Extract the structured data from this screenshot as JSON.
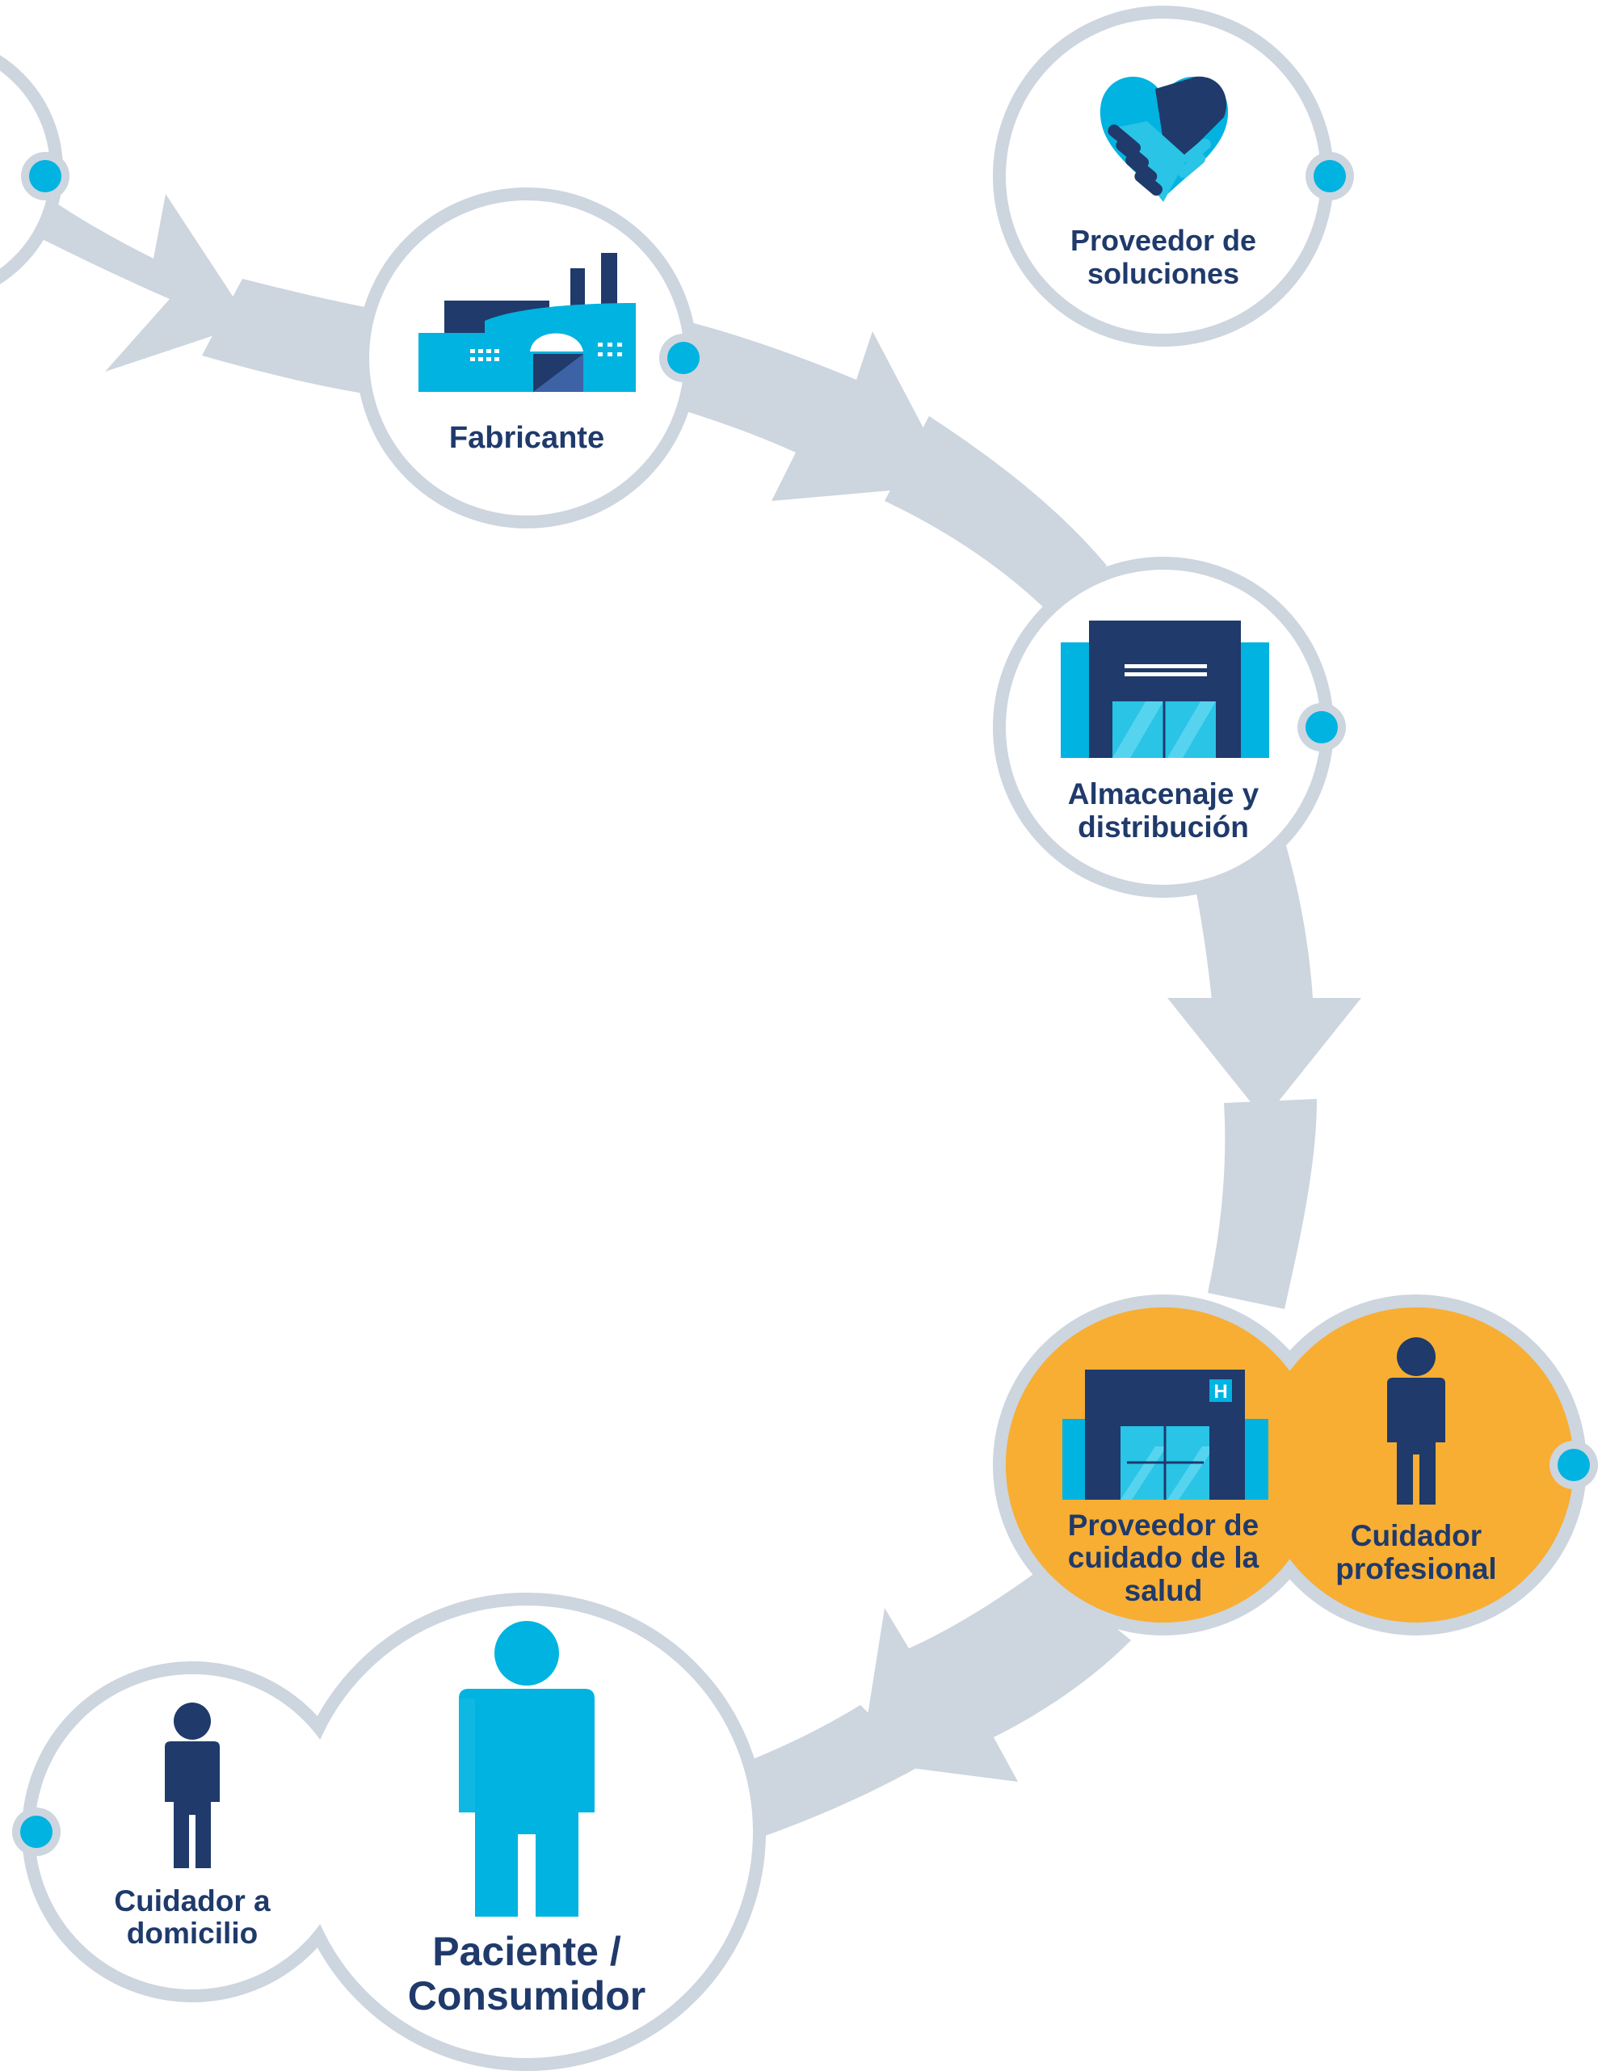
{
  "colors": {
    "ring": "#cdd5df",
    "navy": "#1f3a6b",
    "cyan": "#00b3e0",
    "cyan_light": "#29c4e6",
    "orange": "#f7ae33",
    "white": "#ffffff"
  },
  "nodes": {
    "solutions": {
      "line1": "Proveedor de",
      "line2": "soluciones",
      "icon": "handshake-heart-icon"
    },
    "manufacturer": {
      "line1": "Fabricante",
      "icon": "factory-icon"
    },
    "warehouse": {
      "line1": "Almacenaje y",
      "line2": "distribución",
      "icon": "warehouse-icon"
    },
    "healthcare_provider": {
      "line1": "Proveedor de",
      "line2": "cuidado de la",
      "line3": "salud",
      "icon": "hospital-icon"
    },
    "professional_caregiver": {
      "line1": "Cuidador",
      "line2": "profesional",
      "icon": "person-icon"
    },
    "home_caregiver": {
      "line1": "Cuidador a",
      "line2": "domicilio",
      "icon": "person-icon"
    },
    "patient": {
      "line1": "Paciente /",
      "line2": "Consumidor",
      "icon": "person-icon"
    }
  }
}
